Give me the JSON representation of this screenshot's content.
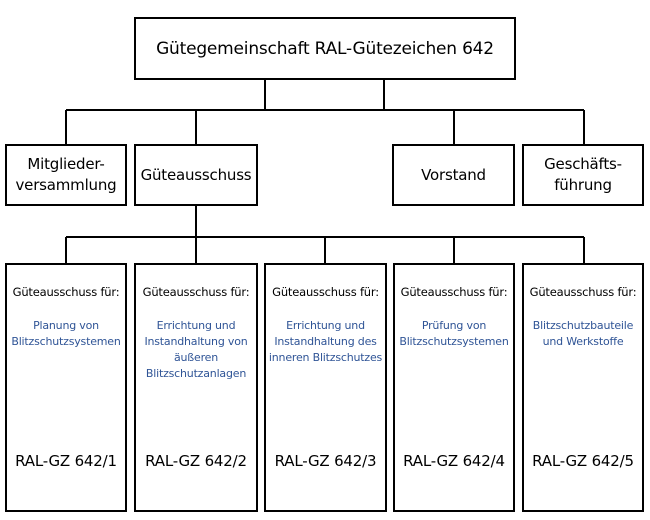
{
  "root": {
    "label": "Gütegemeinschaft RAL-Gütezeichen 642"
  },
  "level2": [
    {
      "label": "Mitglieder-\nversammlung"
    },
    {
      "label": "Güteausschuss"
    },
    {
      "label": "Vorstand"
    },
    {
      "label": "Geschäfts-\nführung"
    }
  ],
  "committees": [
    {
      "heading": "Güteausschuss für:",
      "topic": "Planung von\nBlitzschutzsystemen",
      "code": "RAL-GZ 642/1"
    },
    {
      "heading": "Güteausschuss für:",
      "topic": "Errichtung und\nInstandhaltung von\näußeren\nBlitzschutzanlagen",
      "code": "RAL-GZ 642/2"
    },
    {
      "heading": "Güteausschuss für:",
      "topic": "Errichtung und\nInstandhaltung des\ninneren Blitzschutzes",
      "code": "RAL-GZ 642/3"
    },
    {
      "heading": "Güteausschuss für:",
      "topic": "Prüfung von\nBlitzschutzsystemen",
      "code": "RAL-GZ 642/4"
    },
    {
      "heading": "Güteausschuss für:",
      "topic": "Blitzschutzbauteile\nund Werkstoffe",
      "code": "RAL-GZ 642/5"
    }
  ],
  "colors": {
    "line": "#000000",
    "topic_text": "#2f5496"
  }
}
